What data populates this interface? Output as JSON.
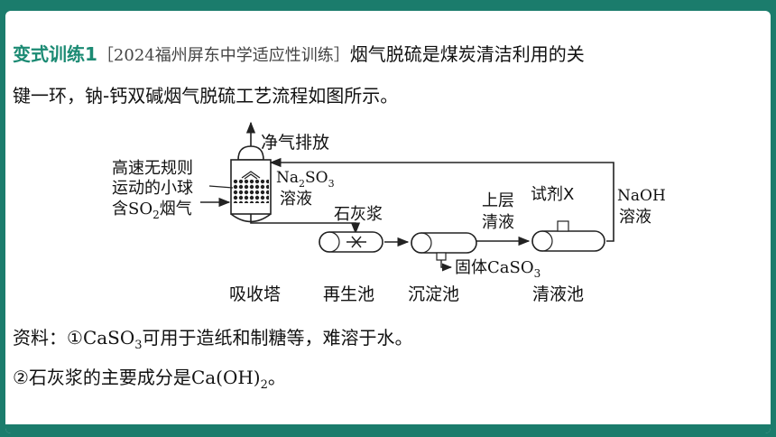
{
  "header": {
    "tag": "变式训练1",
    "source": "［2024福州屏东中学适应性训练］",
    "intro_line1": "烟气脱硫是煤炭清洁利用的关",
    "intro_line2": "键一环，钠-钙双碱烟气脱硫工艺流程如图所示。"
  },
  "diagram": {
    "outlet_label": "净气排放",
    "ball_label_1": "高速无规则",
    "ball_label_2": "运动的小球",
    "inlet_prefix": "含",
    "inlet_formula": "SO",
    "inlet_sub": "2",
    "inlet_suffix": "烟气",
    "na2so3_a": "Na",
    "na2so3_b": "2",
    "na2so3_c": "SO",
    "na2so3_d": "3",
    "na2so3_word": "溶液",
    "lime_label": "石灰浆",
    "upper_1": "上层",
    "upper_2": "清液",
    "reagent_label": "试剂X",
    "naoh_1": "NaOH",
    "naoh_2": "溶液",
    "solid_prefix": "固体",
    "solid_formula": "CaSO",
    "solid_sub": "3",
    "stage_absorber": "吸收塔",
    "stage_regen": "再生池",
    "stage_settle": "沉淀池",
    "stage_clear": "清液池"
  },
  "references": {
    "line1_prefix": "资料：①",
    "line1_formula": "CaSO",
    "line1_sub": "3",
    "line1_suffix": "可用于造纸和制糖等，难溶于水。",
    "line2_prefix": "②石灰浆的主要成分是",
    "line2_formula": "Ca(OH)",
    "line2_sub": "2",
    "line2_suffix": "。"
  },
  "colors": {
    "accent": "#1b8a73",
    "frame": "#1b7c6c"
  }
}
